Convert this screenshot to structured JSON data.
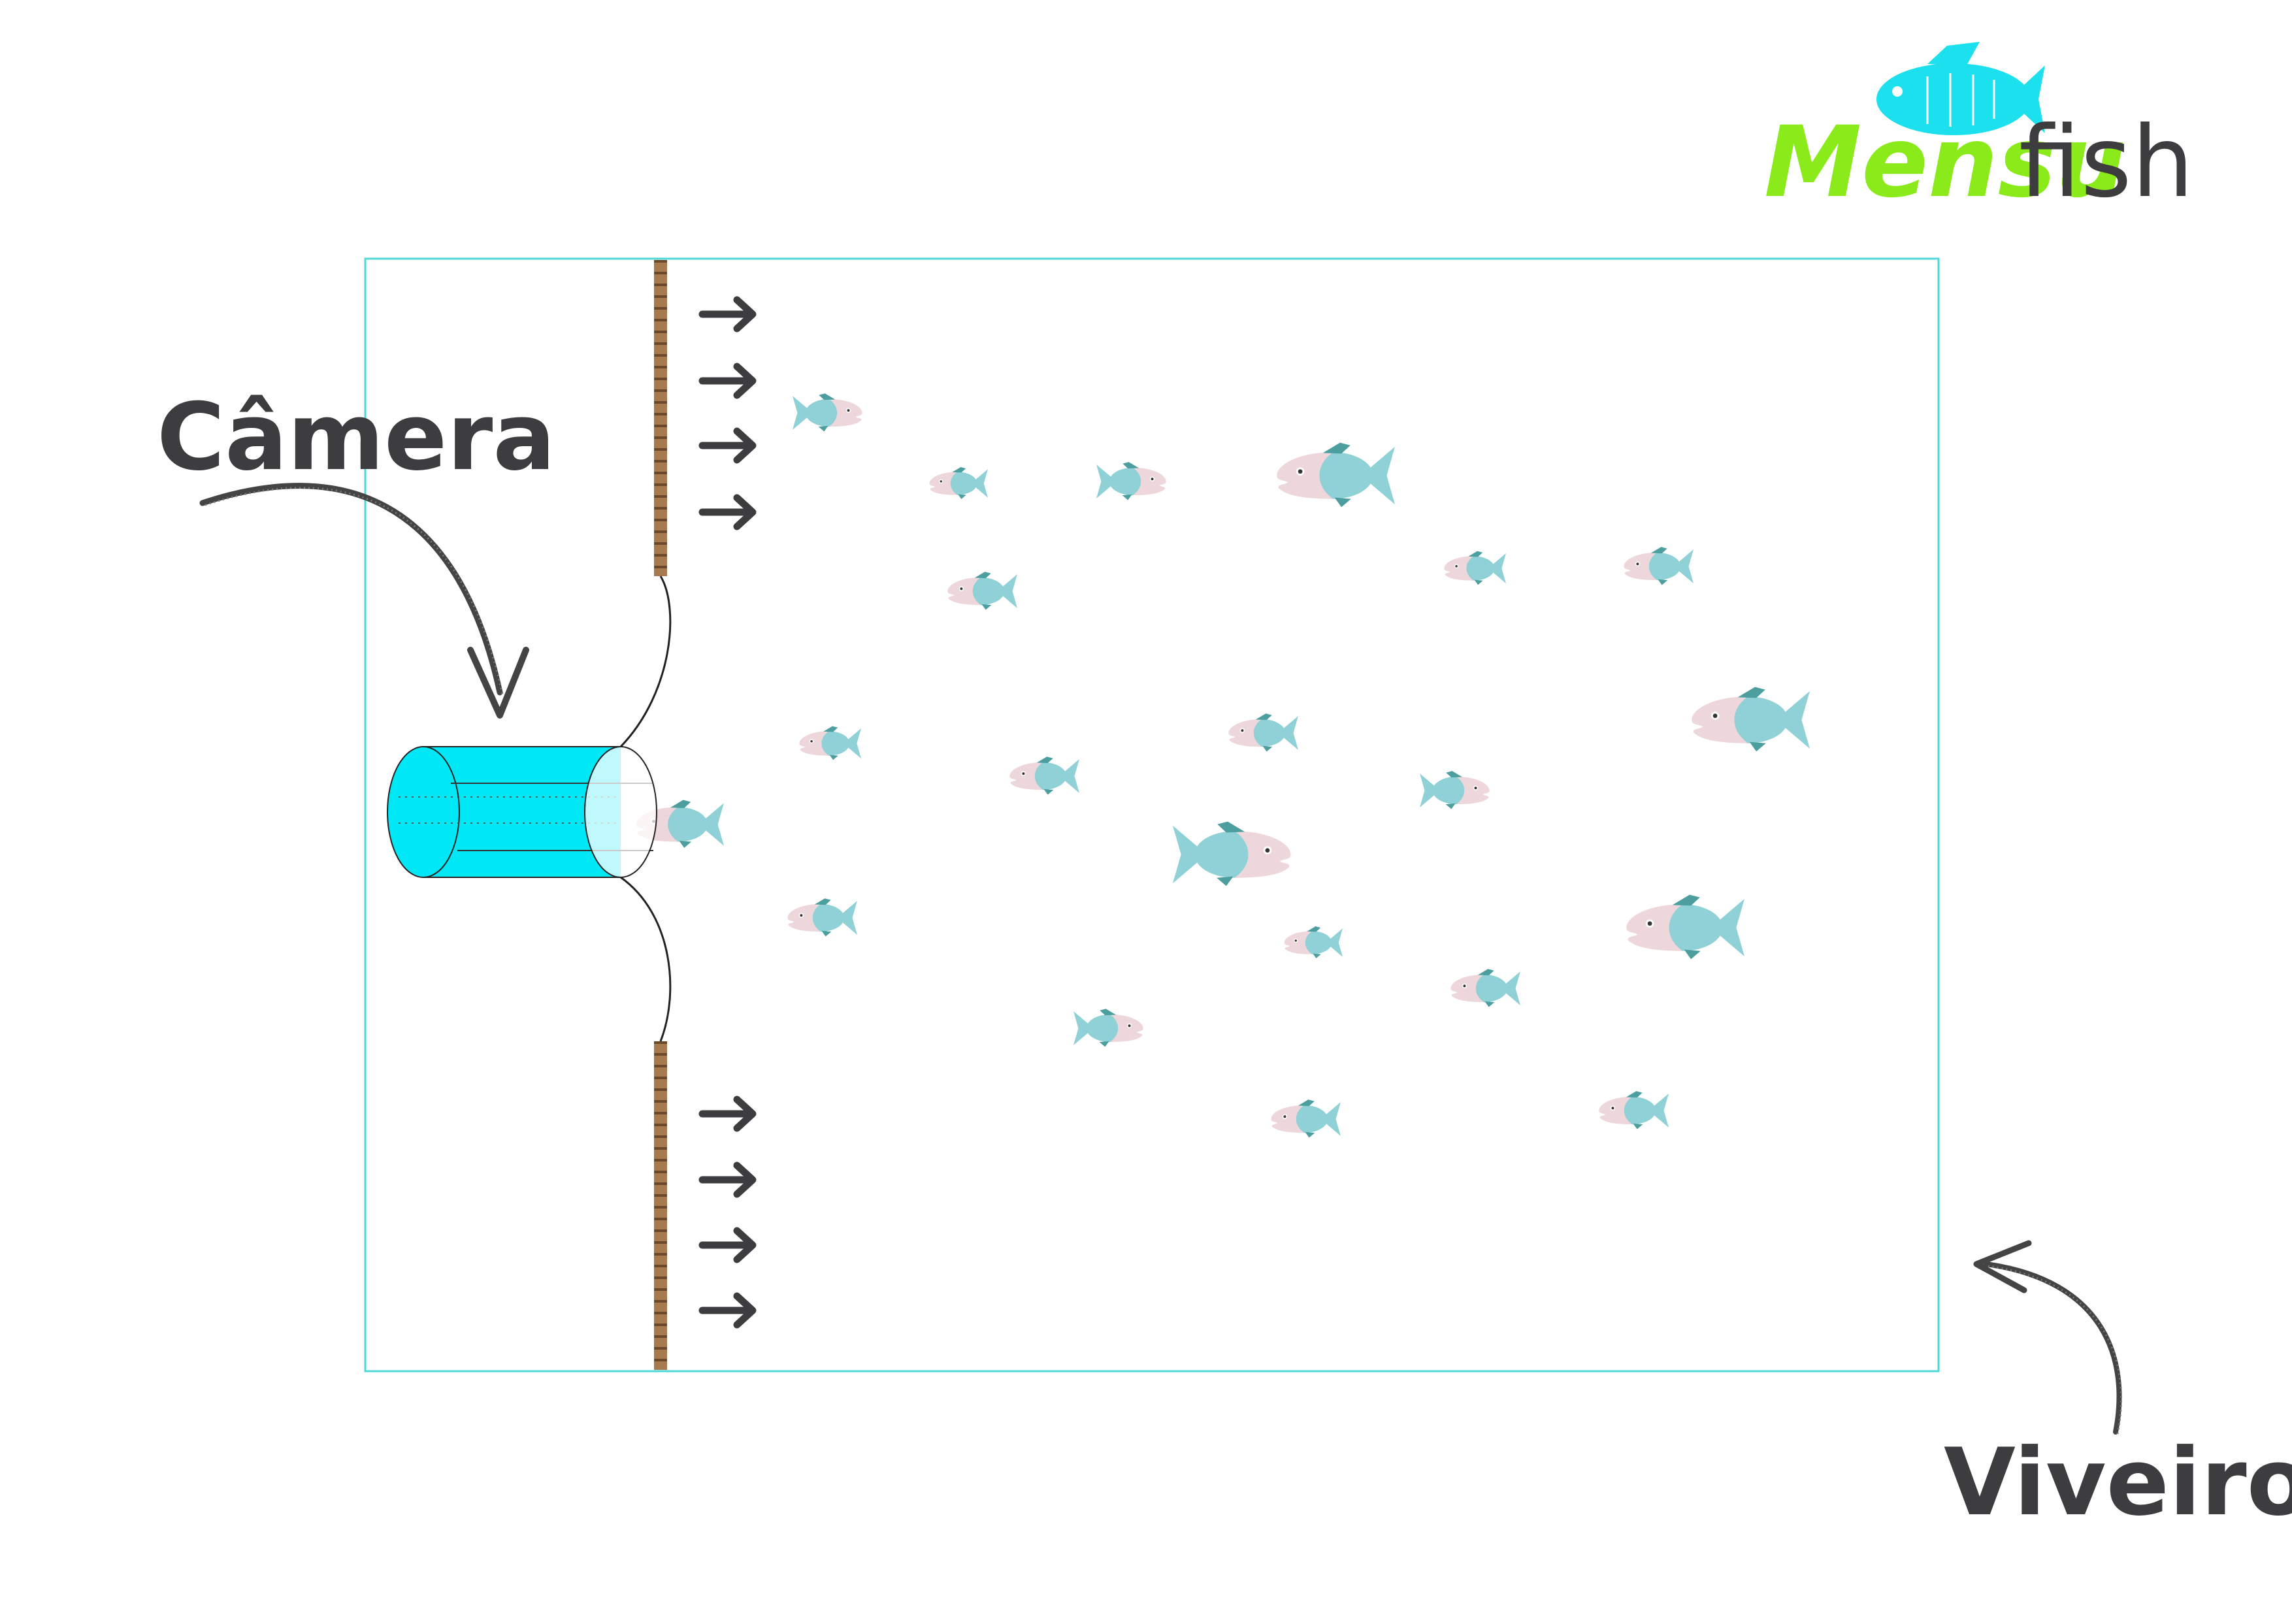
{
  "labels": {
    "camera": "Câmera",
    "viveiro": "Viveiro"
  },
  "logo": {
    "part1": "Mensu",
    "part2": "fish",
    "color_part1": "#8aea1a",
    "color_part2": "#3d3d3f",
    "fish_color": "#1de0ee"
  },
  "colors": {
    "tank_border": "#4fd8d8",
    "camera_body": "#00e8f6",
    "fish_body": "#8fd1d7",
    "fish_head": "#eed7da",
    "fish_fin": "#4c9f9e",
    "rope": "#a77b4e",
    "arrow": "#3d3d3f"
  },
  "icons": {
    "arrow": "right-arrow-icon",
    "fish": "fish-icon",
    "camera": "camera-cylinder-icon"
  }
}
